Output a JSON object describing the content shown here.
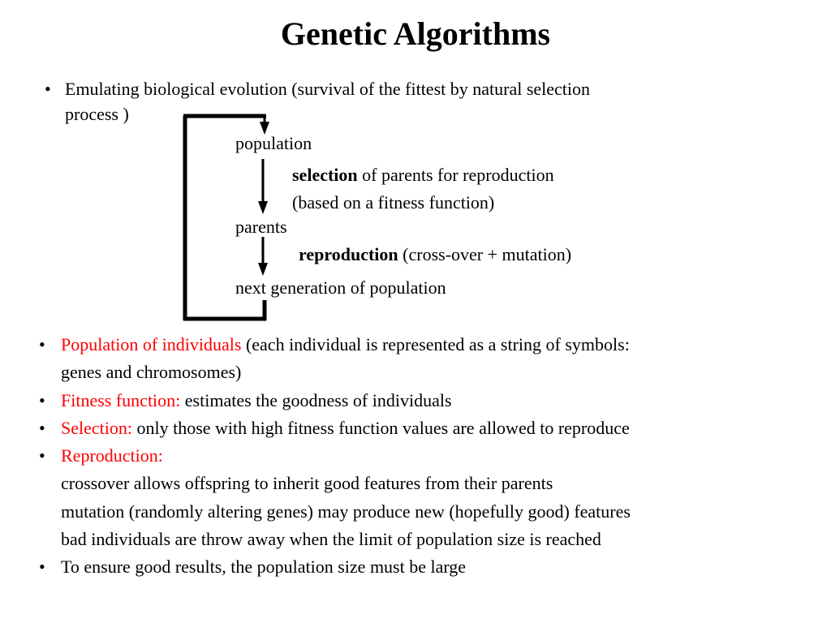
{
  "title": "Genetic Algorithms",
  "colors": {
    "accent": "#ff0000",
    "text": "#000000",
    "background": "#ffffff"
  },
  "intro": {
    "bullet": "•",
    "line1": "Emulating biological evolution (survival of the fittest by natural selection",
    "line2": "process )"
  },
  "flow": {
    "population": "population",
    "selection_bold": "selection",
    "selection_rest": " of parents for reproduction",
    "selection_note": "(based on a fitness function)",
    "parents": "parents",
    "reproduction_bold": "reproduction",
    "reproduction_rest": " (cross-over + mutation)",
    "next_generation": "next generation of population"
  },
  "bullets": {
    "b1": {
      "bullet": "•",
      "red": "Population of individuals",
      "rest": " (each individual is represented as a string of symbols:",
      "line2": "genes and chromosomes)"
    },
    "b2": {
      "bullet": "•",
      "red": "Fitness function:",
      "rest": " estimates the goodness of individuals"
    },
    "b3": {
      "bullet": "•",
      "red": "Selection:",
      "rest": " only those with high fitness function values are allowed to reproduce"
    },
    "b4": {
      "bullet": "•",
      "red": "Reproduction:",
      "sub1": "crossover allows offspring to inherit good features from their parents",
      "sub2": "mutation (randomly altering genes) may produce new (hopefully good) features",
      "sub3": "bad individuals are throw away when the limit of population size is reached"
    },
    "b5": {
      "bullet": "•",
      "text": "To ensure good results, the population size must be large"
    }
  }
}
